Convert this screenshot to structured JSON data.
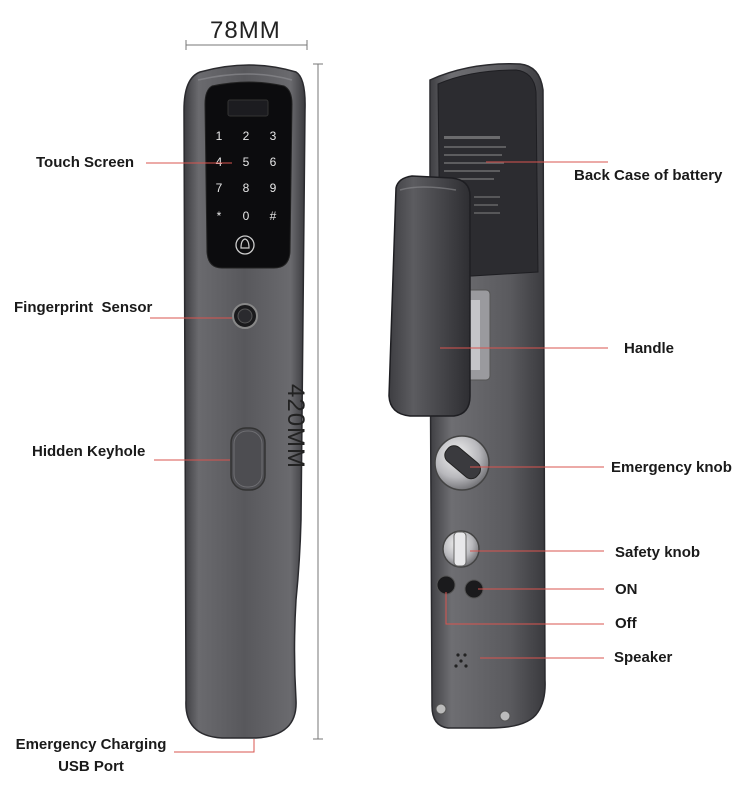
{
  "dimensions": {
    "width": "78MM",
    "height": "420MM"
  },
  "keypad": {
    "keys": [
      "1",
      "2",
      "3",
      "4",
      "5",
      "6",
      "7",
      "8",
      "9",
      "*",
      "0",
      "#"
    ]
  },
  "labels": {
    "touch_screen": "Touch Screen",
    "fingerprint_sensor": "Fingerprint  Sensor",
    "hidden_keyhole": "Hidden Keyhole",
    "emergency_charging_line1": "Emergency Charging",
    "emergency_charging_line2": "USB Port",
    "back_case": "Back Case of battery",
    "handle": "Handle",
    "emergency_knob": "Emergency knob",
    "safety_knob": "Safety knob",
    "on": "ON",
    "off": "Off",
    "speaker": "Speaker"
  },
  "colors": {
    "leader_line": "#d9544f",
    "body_metal": "#4a4a4e",
    "screen": "#0c0c0e"
  }
}
